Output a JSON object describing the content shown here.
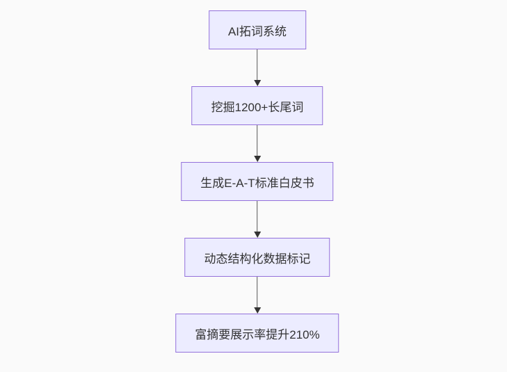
{
  "diagram": {
    "type": "flowchart",
    "direction": "top-down",
    "nodes": [
      {
        "id": "n1",
        "label": "AI拓词系统"
      },
      {
        "id": "n2",
        "label": "挖掘1200+长尾词"
      },
      {
        "id": "n3",
        "label": "生成E-A-T标准白皮书"
      },
      {
        "id": "n4",
        "label": "动态结构化数据标记"
      },
      {
        "id": "n5",
        "label": "富摘要展示率提升210%"
      }
    ],
    "edges": [
      {
        "from": "n1",
        "to": "n2",
        "arrow": "down"
      },
      {
        "from": "n2",
        "to": "n3",
        "arrow": "down"
      },
      {
        "from": "n3",
        "to": "n4",
        "arrow": "down"
      },
      {
        "from": "n4",
        "to": "n5",
        "arrow": "down"
      }
    ]
  },
  "colors": {
    "background": "#fafafa",
    "node_fill": "#ECECFF",
    "node_border": "#9370DB",
    "edge_line": "#555555",
    "edge_arrow": "#333333",
    "text": "#333333"
  }
}
